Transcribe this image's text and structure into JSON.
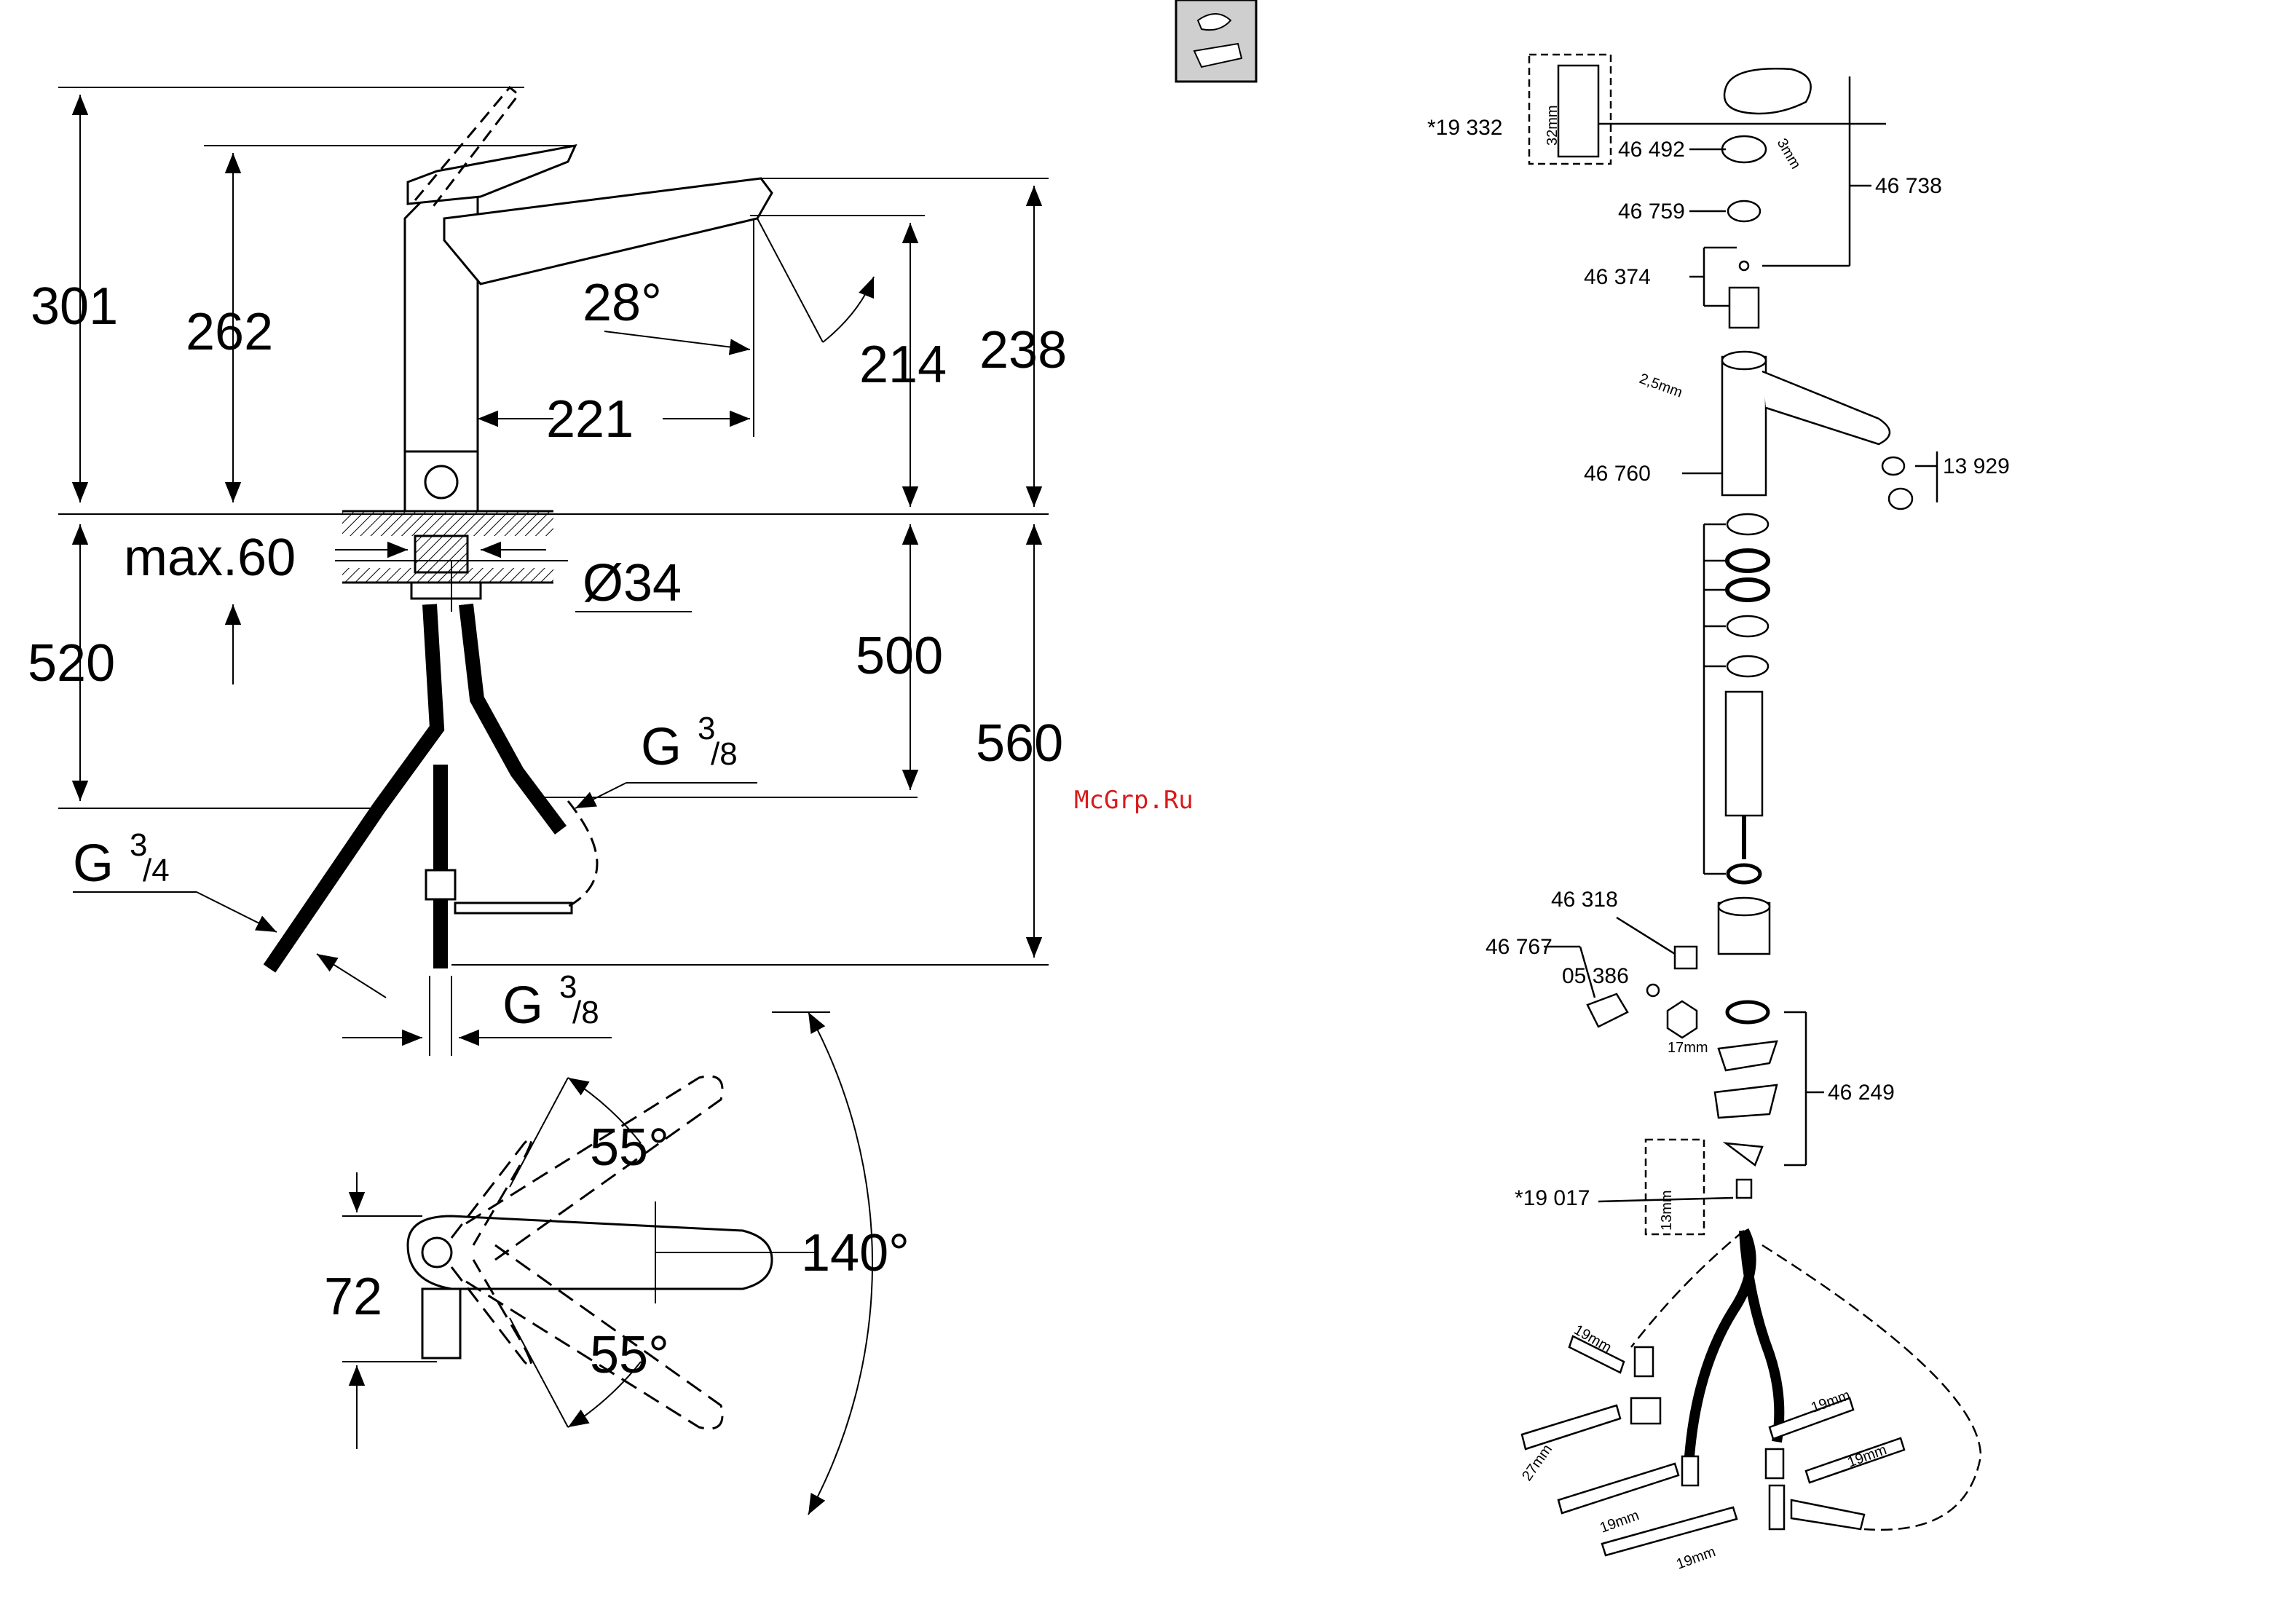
{
  "technical_drawing": {
    "side_view": {
      "dims": {
        "height_total": "301",
        "height_handle": "262",
        "spout_height_outer": "238",
        "spout_height_inner": "214",
        "spout_reach": "221",
        "spout_angle": "28°",
        "counter_thickness": "max.60",
        "hole_diameter": "Ø34",
        "hose_length_520": "520",
        "hose_length_500": "500",
        "hose_length_560": "560"
      },
      "connections": {
        "g_left_base": "G",
        "g_left_num": "3",
        "g_left_den": "/4",
        "g_right_base": "G",
        "g_right_num": "3",
        "g_right_den": "/8",
        "g_bottom_base": "G",
        "g_bottom_num": "3",
        "g_bottom_den": "/8"
      }
    },
    "top_view": {
      "angle_up": "55°",
      "angle_down": "55°",
      "swivel_angle": "140°",
      "depth": "72"
    },
    "parts": [
      {
        "id": "p19332",
        "label": "*19 332"
      },
      {
        "id": "p46492",
        "label": "46 492"
      },
      {
        "id": "p46759",
        "label": "46 759"
      },
      {
        "id": "p46738",
        "label": "46 738"
      },
      {
        "id": "p46374",
        "label": "46 374"
      },
      {
        "id": "p46760",
        "label": "46 760"
      },
      {
        "id": "p13929",
        "label": "13 929"
      },
      {
        "id": "p46318",
        "label": "46 318"
      },
      {
        "id": "p46767",
        "label": "46 767"
      },
      {
        "id": "p05386",
        "label": "05 386"
      },
      {
        "id": "p46249",
        "label": "46 249"
      },
      {
        "id": "p19017",
        "label": "*19 017"
      }
    ],
    "tool_sizes": {
      "t32": "32mm",
      "t3": "3mm",
      "t25": "2,5mm",
      "t17": "17mm",
      "t13": "13mm",
      "t19a": "19mm",
      "t27": "27mm",
      "t19b": "19mm",
      "t19c": "19mm",
      "t19d": "19mm",
      "t19e": "19mm"
    },
    "watermark": "McGrp.Ru"
  }
}
